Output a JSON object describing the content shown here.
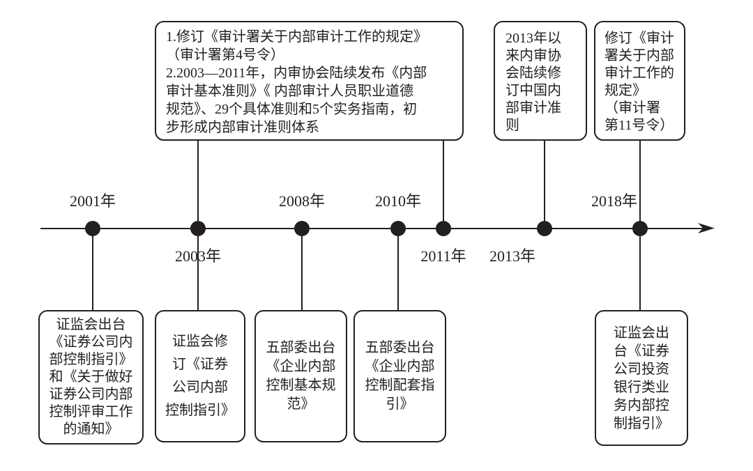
{
  "colors": {
    "ink": "#231f20",
    "background": "#ffffff"
  },
  "timeline": {
    "type": "horizontal-arrow-timeline",
    "year_labels": [
      {
        "text": "2001年",
        "side": "above"
      },
      {
        "text": "2003年",
        "side": "below"
      },
      {
        "text": "2008年",
        "side": "above"
      },
      {
        "text": "2010年",
        "side": "above"
      },
      {
        "text": "2011年",
        "side": "below"
      },
      {
        "text": "2013年",
        "side": "below"
      },
      {
        "text": "2018年",
        "side": "above"
      }
    ],
    "top_boxes": [
      {
        "id": "top-main",
        "connects_to": [
          "2003",
          "2011"
        ],
        "text": "1.修订《审计署关于内部审计工作的规定》\n（审计署第4号令）\n2.2003—2011年，内审协会陆续发布《内部\n审计基本准则》《 内部审计人员职业道德\n规范》、29个具体准则和5个实务指南，初\n步形成内部审计准则体系"
      },
      {
        "id": "top-2013",
        "connects_to": [
          "2013"
        ],
        "text": "2013年以\n来内审协\n会陆续修\n订中国内\n部审计准\n则"
      },
      {
        "id": "top-2018",
        "connects_to": [
          "2018"
        ],
        "text": "修订《审计\n署关于内部\n审计工作的\n规定》\n（审计署\n第11号令）"
      }
    ],
    "bottom_boxes": [
      {
        "id": "bottom-2001",
        "connects_to": [
          "2001"
        ],
        "text": "证监会出台\n《证券公司内\n部控制指引》\n和《关于做好\n证券公司内部\n控制评审工作\n的通知》"
      },
      {
        "id": "bottom-2003",
        "connects_to": [
          "2003"
        ],
        "text": "证监会修\n订《证券\n公司内部\n控制指引》"
      },
      {
        "id": "bottom-2008",
        "connects_to": [
          "2008"
        ],
        "text": "五部委出台\n《企业内部\n控制基本规\n范》"
      },
      {
        "id": "bottom-2010",
        "connects_to": [
          "2010"
        ],
        "text": "五部委出台\n《企业内部\n控制配套指\n引》"
      },
      {
        "id": "bottom-2018",
        "connects_to": [
          "2018"
        ],
        "text": "证监会出\n台《证券\n公司投资\n银行类业\n务内部控\n制指引》"
      }
    ]
  }
}
